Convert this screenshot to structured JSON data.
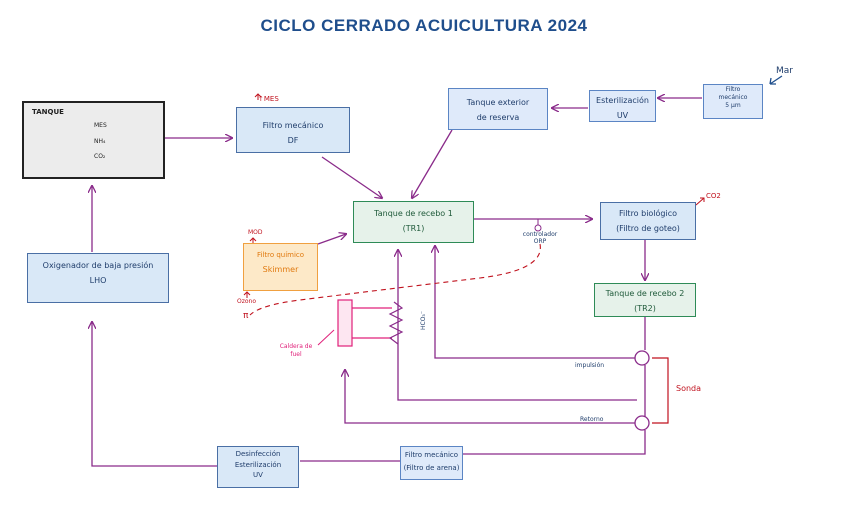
{
  "title": "CICLO CERRADO ACUICULTURA 2024",
  "nodes": {
    "tanque": {
      "label": "TANQUE"
    },
    "fish_labels": {
      "mes": "MES",
      "nh": "NH₄",
      "co": "CO₂"
    },
    "filtro_mecanico_df": {
      "line1": "Filtro mecánico",
      "line2": "DF"
    },
    "tanque_exterior": {
      "line1": "Tanque exterior",
      "line2": "de reserva"
    },
    "esterilizacion_uv_top": {
      "line1": "Esterilización",
      "line2": "UV"
    },
    "filtro_mecanico_5um": {
      "line1": "Filtro",
      "line2": "mecánico",
      "line3": "5 µm"
    },
    "tanque_tr1": {
      "line1": "Tanque de recebo 1",
      "line2": "(TR1)"
    },
    "filtro_biologico": {
      "line1": "Filtro biológico",
      "line2": "(Filtro de goteo)"
    },
    "tanque_tr2": {
      "line1": "Tanque de recebo 2",
      "line2": "(TR2)"
    },
    "oxigenador": {
      "line1": "Oxigenador de baja presión",
      "line2": "LHO"
    },
    "skimmer": {
      "line1": "Filtro químico",
      "line2": "Skimmer"
    },
    "desinfeccion": {
      "line1": "Desinfección",
      "line2": "Esterilización",
      "line3": "UV"
    },
    "filtro_mecanico_arena": {
      "line1": "Filtro mecánico",
      "line2": "(Filtro de arena)"
    }
  },
  "labels": {
    "mar": "Mar",
    "mes_df": "↑MES",
    "co2_bio": "CO2",
    "mod": "MOD",
    "ozono": "Ozono",
    "controlador_orp": "controlador ORP",
    "caldera": "Caldera de fuel",
    "hco3": "HCO₃⁻",
    "impulsion": "impulsión",
    "retorno": "Retorno",
    "sonda": "Sonda"
  },
  "colors": {
    "blue_text": "#1f3d6b",
    "purple_arrow": "#8a2b8a",
    "red": "#c0121e",
    "pink": "#e0207a",
    "green_border": "#2e8b57",
    "orange": "#f0a040"
  }
}
